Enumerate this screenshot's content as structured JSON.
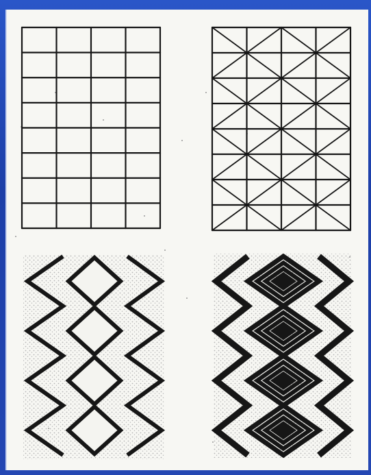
{
  "colors": {
    "background": "#1a3a9e",
    "paper": "#f7f7f3",
    "ink": "#161616",
    "stipple": "#b4b4b4"
  },
  "diagram": {
    "panels": [
      {
        "name": "grid",
        "cols": 4,
        "rows": 8
      },
      {
        "name": "triangulated-grid",
        "cols": 4,
        "rows": 8
      },
      {
        "name": "zigzag-diamond-outline"
      },
      {
        "name": "zigzag-diamond-concentric"
      }
    ]
  }
}
